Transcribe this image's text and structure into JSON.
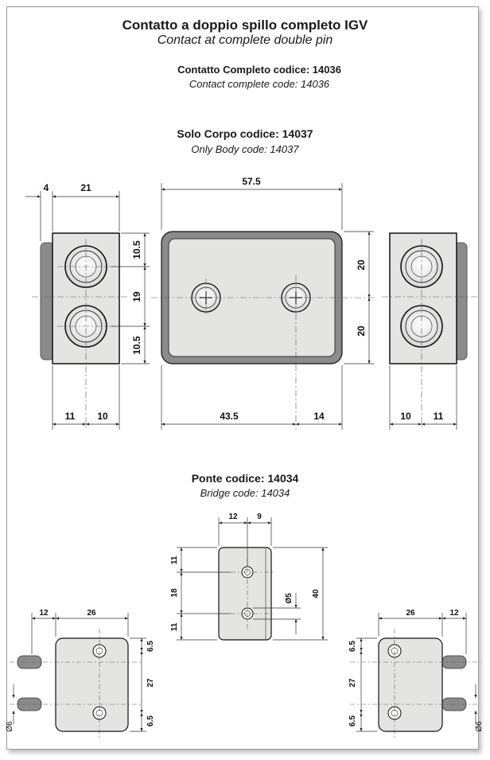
{
  "titles": {
    "main": "Contatto a doppio spillo completo  IGV",
    "main_en": "Contact at complete double pin",
    "complete": "Contatto Completo codice: 14036",
    "complete_en": "Contact complete code: 14036",
    "body": "Solo  Corpo codice: 14037",
    "body_en": "Only Body code: 14037",
    "bridge": "Ponte codice: 14034",
    "bridge_en": "Bridge code: 14034"
  },
  "dimensions": {
    "side_left": {
      "flange": "4",
      "width": "21",
      "top": "10.5",
      "middle": "19",
      "bottom": "10.5",
      "base_a": "11",
      "base_b": "10"
    },
    "front": {
      "length": "57.5",
      "height_top": "20",
      "height_bottom": "20",
      "pin_offset": "43.5",
      "pin_to_edge": "14"
    },
    "side_right": {
      "base_a": "10",
      "base_b": "11"
    },
    "bridge_front": {
      "width_a": "12",
      "width_b": "9",
      "top": "11",
      "middle": "18",
      "bottom": "11",
      "height": "40",
      "hole": "Ø5"
    },
    "bridge_left": {
      "width_a": "12",
      "width_b": "26",
      "top": "6.5",
      "middle": "27",
      "bottom": "6.5",
      "pin": "Ø6"
    },
    "bridge_right": {
      "width_a": "26",
      "width_b": "12",
      "top": "6.5",
      "middle": "27",
      "bottom": "6.5",
      "pin": "Ø6"
    }
  },
  "colors": {
    "body_fill": "#e4e4e2",
    "dark_flange": "#8b8b8b",
    "line": "#111111",
    "dim_line": "#333333"
  }
}
